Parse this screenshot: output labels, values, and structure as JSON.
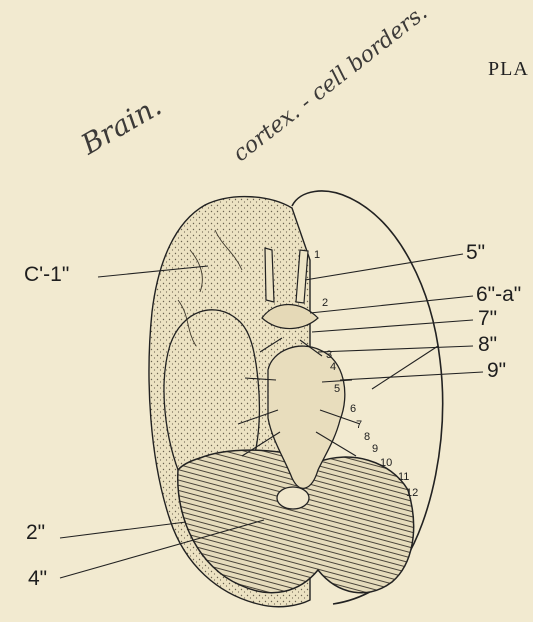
{
  "plate": {
    "title": "PLA",
    "handwriting": [
      "Brain.",
      "cortex. - cell borders."
    ]
  },
  "labels": {
    "left": [
      "C'-1\"",
      "2\"",
      "4\""
    ],
    "right": [
      "5\"",
      "6\"-a\"",
      "7\"",
      "8\"",
      "9\""
    ],
    "small": [
      "1",
      "2",
      "3",
      "4",
      "5",
      "6",
      "7",
      "8",
      "9",
      "10",
      "11",
      "12"
    ]
  },
  "colors": {
    "paper": "#f2ead0",
    "ink": "#1e1e1e",
    "stipple": "#e8dfbf"
  }
}
